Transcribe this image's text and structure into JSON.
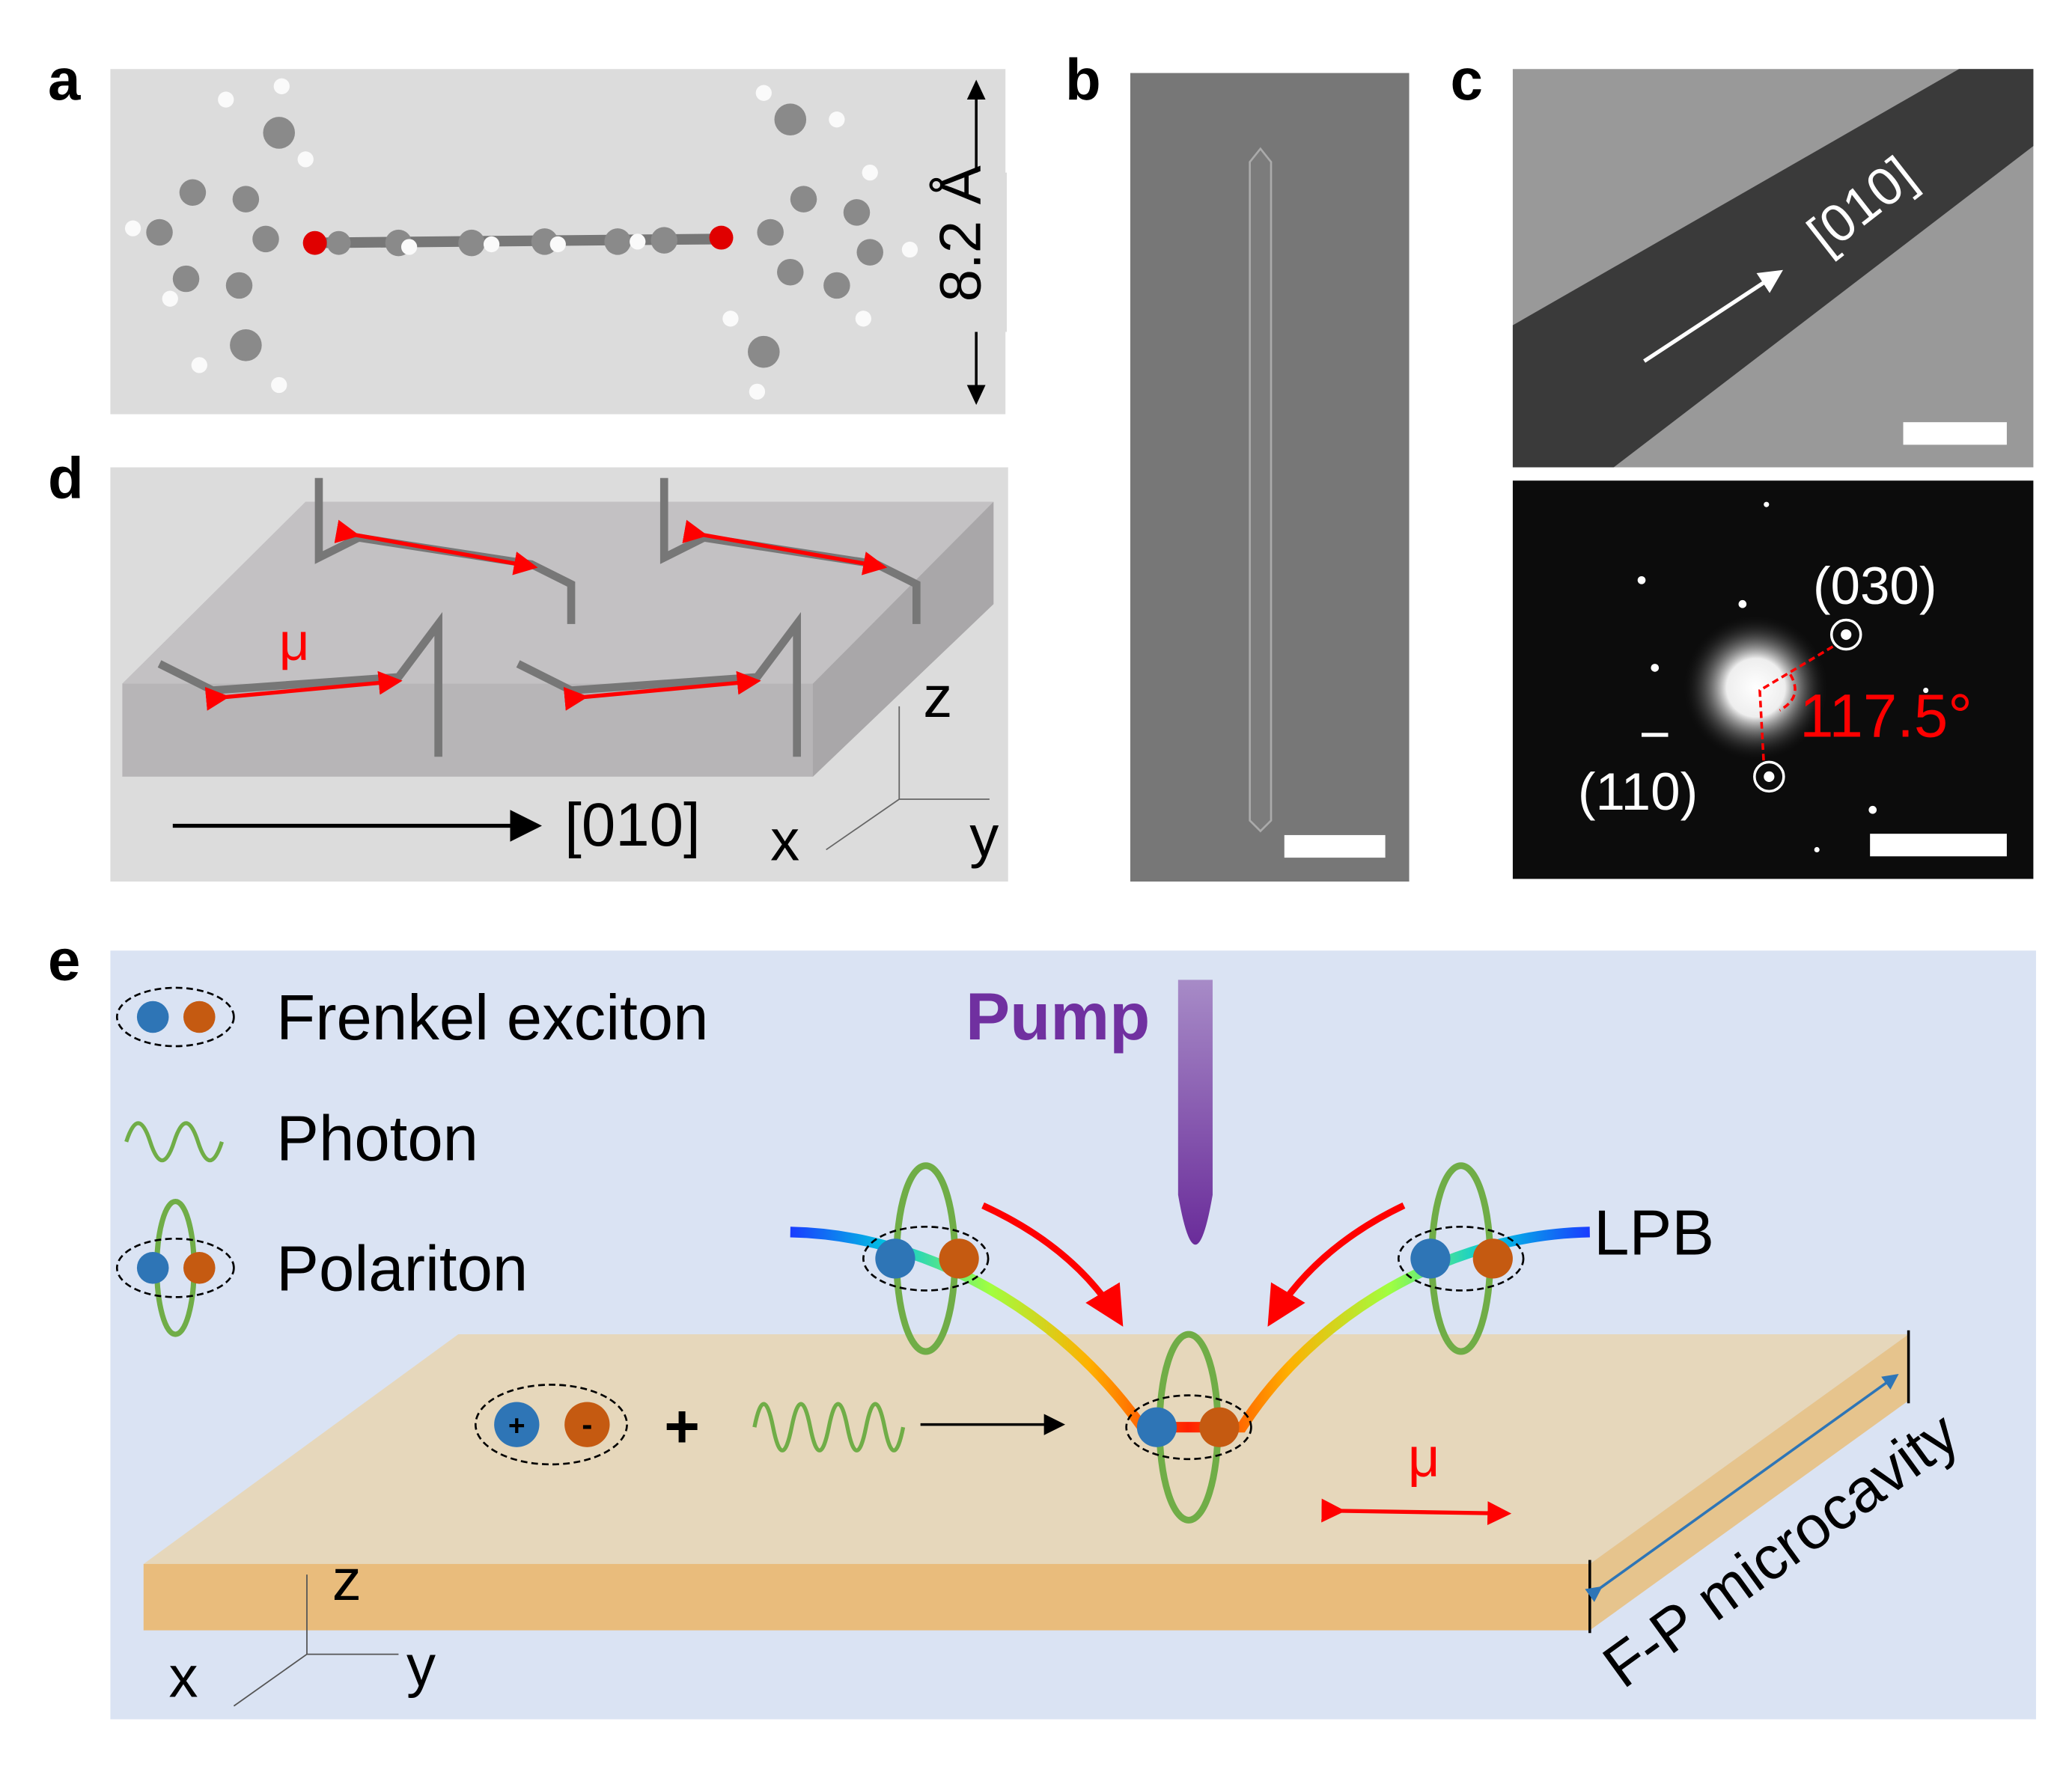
{
  "panels": {
    "a": {
      "label": "a",
      "dimension": "8.2 Å"
    },
    "b": {
      "label": "b"
    },
    "c": {
      "label": "c",
      "direction": "[010]",
      "spot1": "(030)",
      "spot2": "(110)",
      "angle": "117.5°"
    },
    "d": {
      "label": "d",
      "dipole": "μ",
      "direction": "[010]",
      "axis_z": "z",
      "axis_x": "x",
      "axis_y": "y"
    },
    "e": {
      "label": "e",
      "legend": [
        "Frenkel exciton",
        "Photon",
        "Polariton"
      ],
      "pump": "Pump",
      "lpb": "LPB",
      "dipole": "μ",
      "cavity": "F-P microcavity",
      "plus": "+",
      "minus": "-",
      "axis_z": "z",
      "axis_x": "x",
      "axis_y": "y"
    }
  },
  "colors": {
    "pump": "#7030a0",
    "dipole": "#ff0000",
    "photon": "#70ad47",
    "hole": "#2e75b6",
    "electron": "#c55a11",
    "panel_e_bg": "#dae3f3",
    "cavity": "#e8b878"
  }
}
